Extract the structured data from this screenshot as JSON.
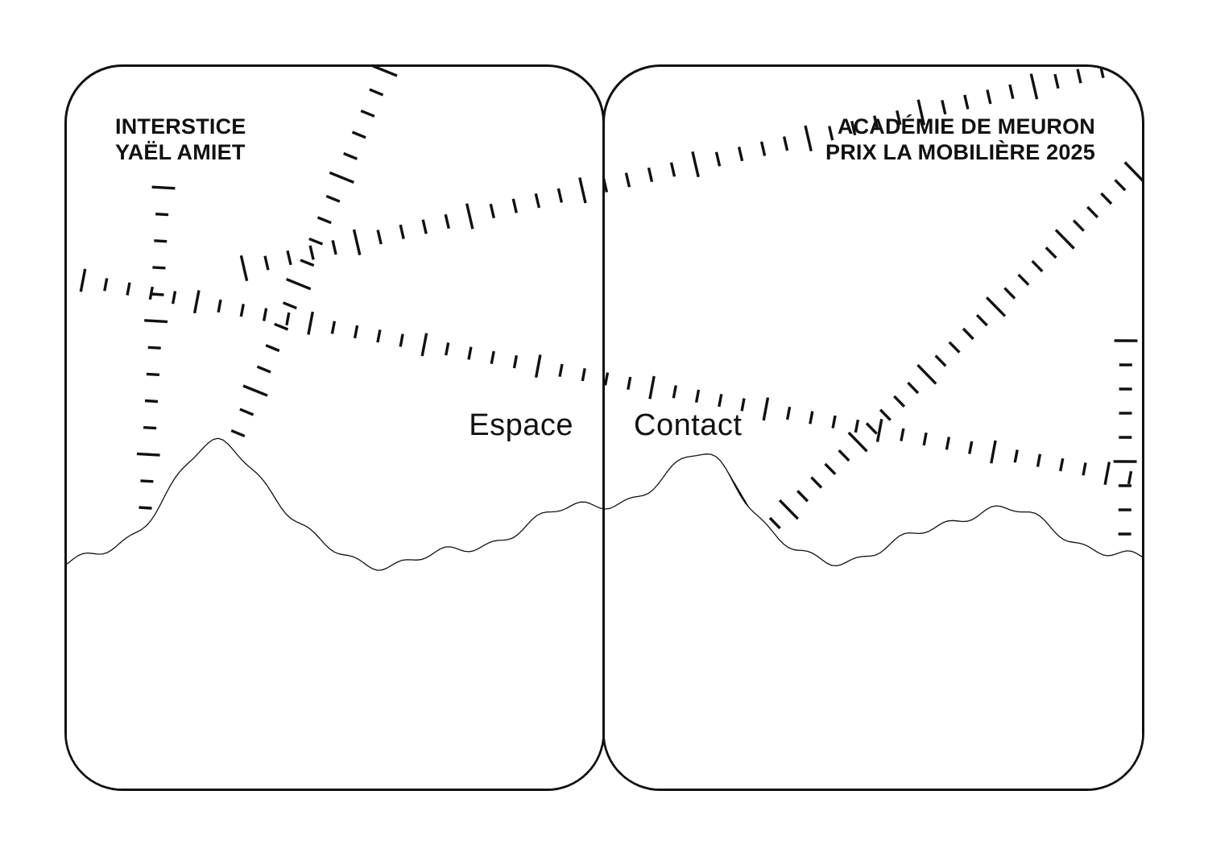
{
  "left_panel": {
    "title_lines": [
      "INTERSTICE",
      "YAËL AMIET"
    ],
    "nav_label": "Espace"
  },
  "right_panel": {
    "title_lines": [
      "ACADÉMIE DE MEURON",
      "PRIX LA MOBILIÈRE 2025"
    ],
    "nav_label": "Contact"
  },
  "colors": {
    "ink": "#111111",
    "paper": "#ffffff"
  }
}
